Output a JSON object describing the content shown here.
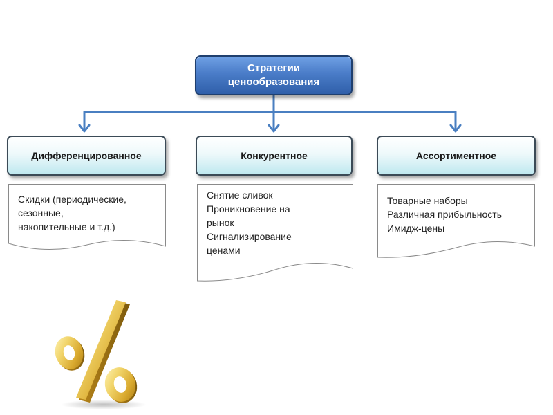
{
  "diagram": {
    "root": {
      "label": "Стратегии\nценообразования"
    },
    "categories": [
      {
        "label": "Дифференцированное",
        "items": [
          "Скидки (периодические,\nсезонные,\nнакопительные и т.д.)"
        ]
      },
      {
        "label": "Конкурентное",
        "items": [
          "Снятие сливок",
          "Проникновение на\nрынок",
          "Сигнализирование\nценами"
        ]
      },
      {
        "label": "Ассортиментное",
        "items": [
          "Товарные наборы",
          "Различная прибыльность",
          "Имидж-цены"
        ]
      }
    ]
  },
  "colors": {
    "root_fill": "#4a7cc8",
    "connector": "#4a7fc1",
    "category_fill": "#bfe8ef",
    "percent_gold": "#e8c65a"
  },
  "decoration": {
    "icon": "gold-percent-icon"
  }
}
